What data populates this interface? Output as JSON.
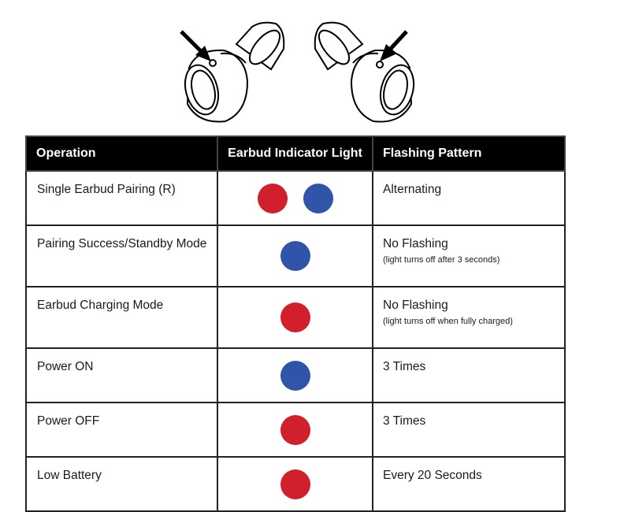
{
  "colors": {
    "red": "#d11f2b",
    "blue": "#2f54a8",
    "header_bg": "#000000"
  },
  "table": {
    "headers": [
      "Operation",
      "Earbud Indicator Light",
      "Flashing Pattern"
    ],
    "rows": [
      {
        "operation": "Single Earbud Pairing (R)",
        "lights": [
          "red",
          "blue"
        ],
        "pattern": "Alternating",
        "note": ""
      },
      {
        "operation": "Pairing Success/Standby Mode",
        "lights": [
          "blue"
        ],
        "pattern": "No Flashing",
        "note": "(light turns off after 3 seconds)"
      },
      {
        "operation": "Earbud Charging Mode",
        "lights": [
          "red"
        ],
        "pattern": "No Flashing",
        "note": "(light turns off when fully charged)"
      },
      {
        "operation": "Power ON",
        "lights": [
          "blue"
        ],
        "pattern": "3 Times",
        "note": ""
      },
      {
        "operation": "Power OFF",
        "lights": [
          "red"
        ],
        "pattern": "3 Times",
        "note": ""
      },
      {
        "operation": "Low Battery",
        "lights": [
          "red"
        ],
        "pattern": "Every 20 Seconds",
        "note": ""
      }
    ]
  }
}
